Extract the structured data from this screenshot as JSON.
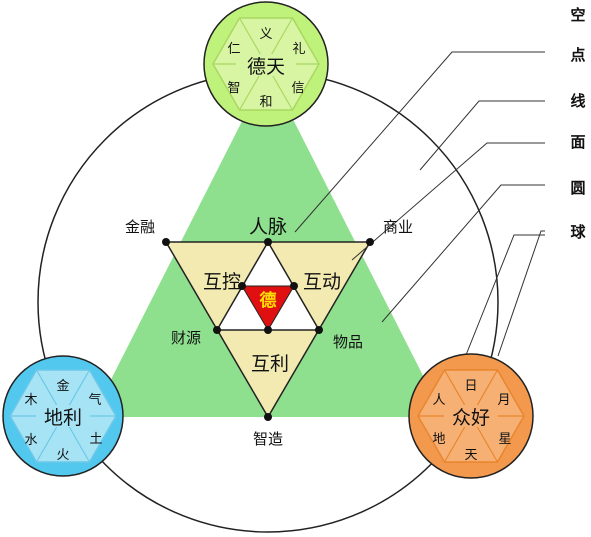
{
  "legend": {
    "items": [
      "空",
      "点",
      "线",
      "面",
      "圆",
      "球"
    ]
  },
  "top_circle": {
    "title": "德天",
    "segments": [
      "义",
      "礼",
      "信",
      "和",
      "智",
      "仁"
    ]
  },
  "left_circle": {
    "title": "地利",
    "segments": [
      "金",
      "气",
      "土",
      "火",
      "水",
      "木"
    ]
  },
  "right_circle": {
    "title": "众好",
    "segments": [
      "日",
      "月",
      "星",
      "天",
      "地",
      "人"
    ]
  },
  "outer_labels": {
    "finance": "金融",
    "network": "人脉",
    "business": "商业",
    "wealth": "财源",
    "goods": "物品",
    "wisdom": "智造"
  },
  "inner_labels": {
    "mutual_control": "互控",
    "mutual_move": "互动",
    "mutual_benefit": "互利",
    "center": "德"
  },
  "colors": {
    "triangle_green": "#8ee08e",
    "inner_yellow": "#f2eab0",
    "center_red": "#e01010",
    "top_circle": "#bff27a",
    "left_circle": "#52c8ef",
    "right_circle": "#f3994d"
  }
}
